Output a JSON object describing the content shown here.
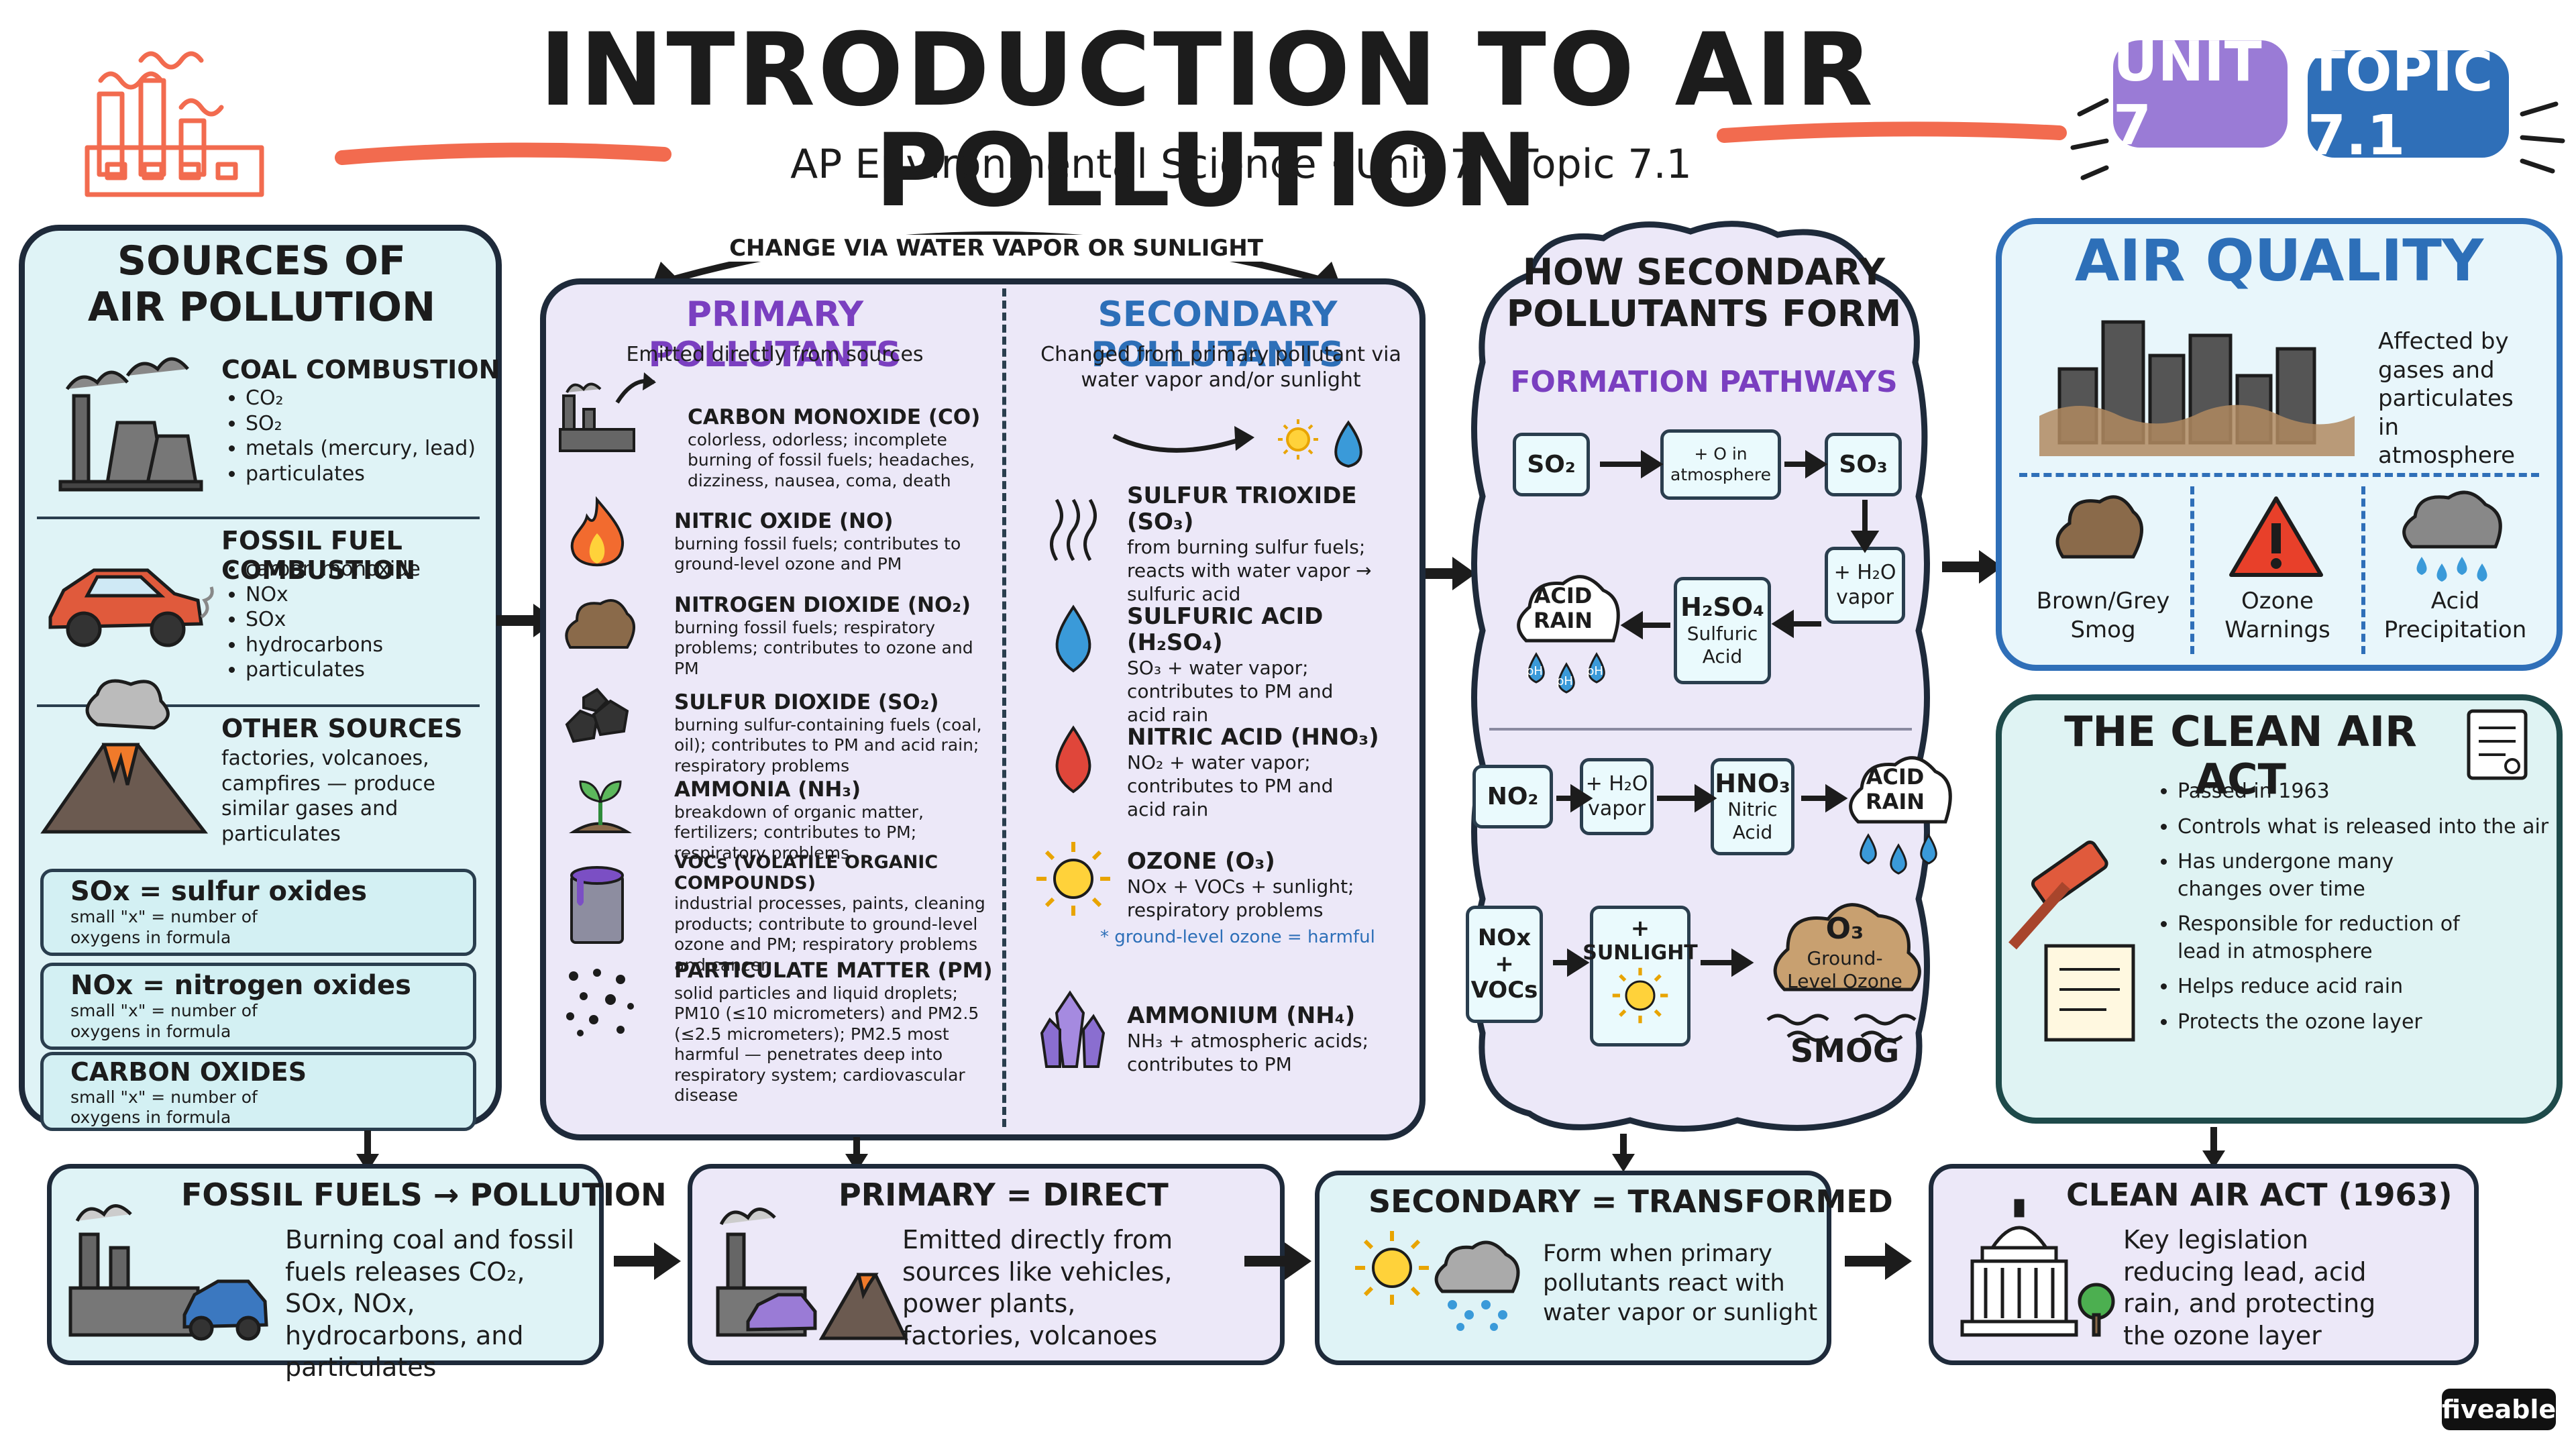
{
  "header": {
    "title": "INTRODUCTION TO AIR POLLUTION",
    "subtitle": "AP Environmental Science · Unit 7 · Topic 7.1",
    "unit_badge": "UNIT 7",
    "topic_badge": "TOPIC 7.1",
    "colors": {
      "unit": "#9a7bd6",
      "topic": "#2f6fb8",
      "accent": "#f26b4f"
    }
  },
  "sources": {
    "title_line1": "SOURCES OF",
    "title_line2": "AIR POLLUTION",
    "coal": {
      "title": "COAL COMBUSTION",
      "items": [
        "CO₂",
        "SO₂",
        "metals (mercury, lead)",
        "particulates"
      ]
    },
    "fossil": {
      "title": "FOSSIL FUEL COMBUSTION",
      "items": [
        "carbon monoxide",
        "NOx",
        "SOx",
        "hydrocarbons",
        "particulates"
      ]
    },
    "other": {
      "title": "OTHER SOURCES",
      "text": "factories, volcanoes, campfires — produce similar gases and particulates"
    },
    "defs": [
      {
        "term": "SOx = sulfur oxides",
        "note": "small \"x\" = number of oxygens in formula"
      },
      {
        "term": "NOx = nitrogen oxides",
        "note": "small \"x\" = number of oxygens in formula"
      },
      {
        "term": "CARBON OXIDES",
        "note": "small \"x\" = number of oxygens in formula"
      }
    ]
  },
  "change_label": "CHANGE VIA WATER VAPOR OR SUNLIGHT",
  "primary": {
    "title": "PRIMARY POLLUTANTS",
    "subtitle": "Emitted directly from sources",
    "items": [
      {
        "name": "CARBON MONOXIDE (CO)",
        "desc": "colorless, odorless; incomplete burning of fossil fuels; headaches, dizziness, nausea, coma, death"
      },
      {
        "name": "NITRIC OXIDE (NO)",
        "desc": "burning fossil fuels; contributes to ground-level ozone and PM"
      },
      {
        "name": "NITROGEN DIOXIDE (NO₂)",
        "desc": "burning fossil fuels; respiratory problems; contributes to ozone and PM"
      },
      {
        "name": "SULFUR DIOXIDE (SO₂)",
        "desc": "burning sulfur-containing fuels (coal, oil); contributes to PM and acid rain; respiratory problems"
      },
      {
        "name": "AMMONIA (NH₃)",
        "desc": "breakdown of organic matter, fertilizers; contributes to PM; respiratory problems"
      },
      {
        "name": "VOCs (VOLATILE ORGANIC COMPOUNDS)",
        "desc": "industrial processes, paints, cleaning products; contribute to ground-level ozone and PM; respiratory problems and cancer"
      },
      {
        "name": "PARTICULATE MATTER (PM)",
        "desc": "solid particles and liquid droplets; PM10 (≤10 micrometers) and PM2.5 (≤2.5 micrometers); PM2.5 most harmful — penetrates deep into respiratory system; cardiovascular disease"
      }
    ]
  },
  "secondary": {
    "title": "SECONDARY POLLUTANTS",
    "subtitle": "Changed from primary pollutant via water vapor and/or sunlight",
    "items": [
      {
        "name": "SULFUR TRIOXIDE (SO₃)",
        "desc": "from burning sulfur fuels; reacts with water vapor → sulfuric acid"
      },
      {
        "name": "SULFURIC ACID (H₂SO₄)",
        "desc": "SO₃ + water vapor; contributes to PM and acid rain"
      },
      {
        "name": "NITRIC ACID (HNO₃)",
        "desc": "NO₂ + water vapor; contributes to PM and acid rain"
      },
      {
        "name": "OZONE (O₃)",
        "desc": "NOx + VOCs + sunlight; respiratory problems"
      },
      {
        "name": "AMMONIUM (NH₄)",
        "desc": "NH₃ + atmospheric acids; contributes to PM"
      }
    ],
    "ozone_note": "* ground-level ozone = harmful"
  },
  "formation": {
    "title_line1": "HOW SECONDARY",
    "title_line2": "POLLUTANTS FORM",
    "subtitle": "FORMATION PATHWAYS",
    "so2": "SO₂",
    "plus_o": "+ O in atmosphere",
    "so3": "SO₃",
    "plus_h2o": "+ H₂O vapor",
    "h2so4": "H₂SO₄",
    "h2so4_name": "Sulfuric Acid",
    "acid_rain1": "ACID RAIN",
    "no2": "NO₂",
    "plus_h2o_b": "+ H₂O vapor",
    "hno3": "HNO₃",
    "hno3_name": "Nitric Acid",
    "acid_rain2": "ACID RAIN",
    "nox": "NOx",
    "plus": "+",
    "vocs": "VOCs",
    "plus_sun": "+",
    "sunlight": "SUNLIGHT",
    "o3": "O₃",
    "o3_name": "Ground-Level Ozone",
    "smog": "SMOG",
    "ph": "pH"
  },
  "air_quality": {
    "title": "AIR QUALITY",
    "note": "Affected by gases and particulates in atmosphere",
    "effects": [
      "Brown/Grey Smog",
      "Ozone Warnings",
      "Acid Precipitation"
    ]
  },
  "caa": {
    "title": "THE CLEAN AIR ACT",
    "items": [
      "Passed in 1963",
      "Controls what is released into the air",
      "Has undergone many changes over time",
      "Responsible for reduction of lead in atmosphere",
      "Helps reduce acid rain",
      "Protects the ozone layer"
    ]
  },
  "bottom": [
    {
      "title": "FOSSIL FUELS → POLLUTION",
      "text": "Burning coal and fossil fuels releases CO₂, SOx, NOx, hydrocarbons, and particulates"
    },
    {
      "title": "PRIMARY = DIRECT",
      "text": "Emitted directly from sources like vehicles, power plants, factories, volcanoes"
    },
    {
      "title": "SECONDARY = TRANSFORMED",
      "text": "Form when primary pollutants react with water vapor or sunlight"
    },
    {
      "title": "CLEAN AIR ACT (1963)",
      "text": "Key legislation reducing lead, acid rain, and protecting the ozone layer"
    }
  ],
  "brand": "fiveable"
}
